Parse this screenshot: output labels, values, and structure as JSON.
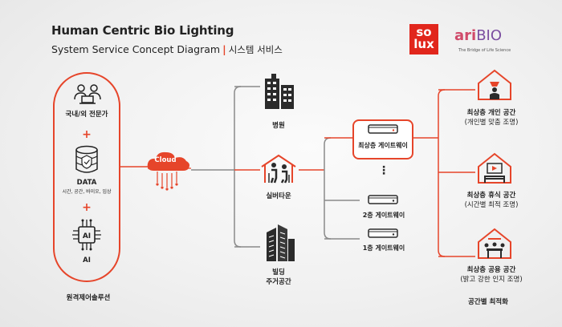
{
  "header": {
    "title": "Human Centric Bio Lighting",
    "subtitle_en": "System Service Concept Diagram",
    "separator": "|",
    "subtitle_ko": "시스템 서비스"
  },
  "logos": {
    "solux_top": "so",
    "solux_bottom": "lux",
    "aribio_a": "ari",
    "aribio_b": "BIO",
    "aribio_tagline": "The Bridge of Life Science"
  },
  "left": {
    "experts": "국내/외 전문가",
    "data": "DATA",
    "data_sub": "시간, 공간, 바이오, 임상",
    "ai_badge": "AI",
    "ai": "AI",
    "plus": "+",
    "caption": "원격제어솔루션"
  },
  "cloud": "Cloud",
  "sites": {
    "hospital": "병원",
    "silver": "실버타운",
    "building_1": "빌딩",
    "building_2": "주거공간"
  },
  "gateways": {
    "top": "최상층 게이트웨이",
    "dots": "⋮",
    "second": "2층 게이트웨이",
    "first": "1층 게이트웨이"
  },
  "spaces": {
    "personal": "최상층 개인 공간",
    "personal_sub": "(개인별 맞춤 조명)",
    "rest": "최상층 휴식 공간",
    "rest_sub": "(시간별 최적 조명)",
    "common": "최상층 공용 공간",
    "common_sub": "(밝고 강한 인지 조명)",
    "caption": "공간별 최적화"
  },
  "colors": {
    "accent": "#e6452a",
    "dark": "#2b2b2b",
    "line": "#8a8a8a"
  }
}
